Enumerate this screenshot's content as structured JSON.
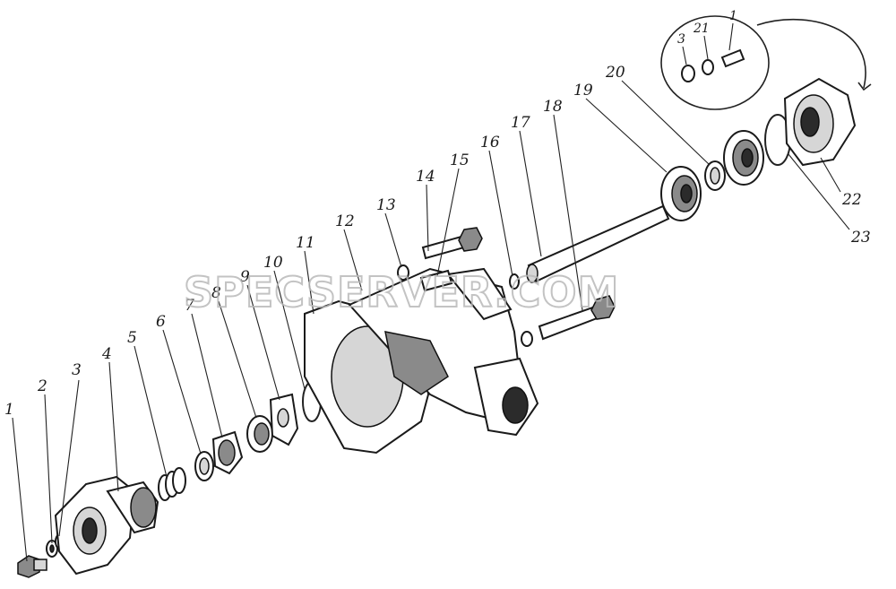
{
  "diagram": {
    "labels": [
      {
        "id": "l1",
        "text": "1"
      },
      {
        "id": "l2",
        "text": "2"
      },
      {
        "id": "l3",
        "text": "3"
      },
      {
        "id": "l4",
        "text": "4"
      },
      {
        "id": "l5",
        "text": "5"
      },
      {
        "id": "l6",
        "text": "6"
      },
      {
        "id": "l7",
        "text": "7"
      },
      {
        "id": "l8",
        "text": "8"
      },
      {
        "id": "l9",
        "text": "9"
      },
      {
        "id": "l10",
        "text": "10"
      },
      {
        "id": "l11",
        "text": "11"
      },
      {
        "id": "l12",
        "text": "12"
      },
      {
        "id": "l13",
        "text": "13"
      },
      {
        "id": "l14",
        "text": "14"
      },
      {
        "id": "l15",
        "text": "15"
      },
      {
        "id": "l16",
        "text": "16"
      },
      {
        "id": "l17",
        "text": "17"
      },
      {
        "id": "l18",
        "text": "18"
      },
      {
        "id": "l19",
        "text": "19"
      },
      {
        "id": "l20",
        "text": "20"
      },
      {
        "id": "l22",
        "text": "22"
      },
      {
        "id": "l23",
        "text": "23"
      }
    ],
    "inset_labels": [
      {
        "id": "i3",
        "text": "3"
      },
      {
        "id": "i21",
        "text": "21"
      },
      {
        "id": "i1",
        "text": "1"
      }
    ],
    "watermark": "SPECSERVER.COM"
  }
}
